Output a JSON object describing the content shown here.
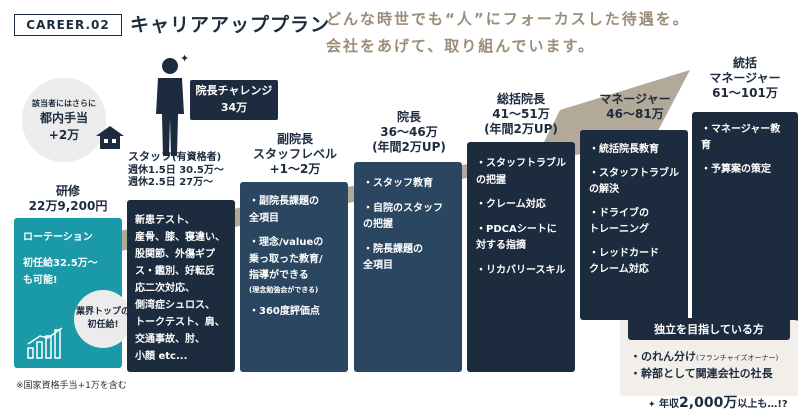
{
  "header": {
    "badge": "CAREER.02",
    "title": "キャリアアッププラン",
    "tagline_line1": "どんな時世でも“人”にフォーカスした待遇を。",
    "tagline_line2": "会社をあげて、取り組んでいます。"
  },
  "bubbles": {
    "regional": {
      "line1": "該当者にはさらに",
      "line2": "都内手当",
      "line3": "+2万"
    },
    "industry_top": {
      "line1": "業界トップの",
      "line2": "初任給!"
    }
  },
  "challenge": {
    "line1": "院長チャレンジ",
    "line2": "34万"
  },
  "columns": [
    {
      "label_lines": [
        "研修",
        "22万9,200円"
      ],
      "items": [
        "ローテーション",
        "初任給32.5万〜",
        "も可能!"
      ]
    },
    {
      "label_lines": [
        "スタッフ",
        "(有資格者)",
        "週休1.5日 30.5万〜",
        "週休2.5日 27万〜"
      ],
      "items": [
        "新患テスト、",
        "産骨、膝、寝違い、",
        "股関節、外傷ギプ",
        "ス・鑑別、好転反",
        "応二次対応、",
        "側湾症シュロス、",
        "トークテスト、肩、",
        "交通事故、肘、",
        "小顔 etc..."
      ]
    },
    {
      "label_lines": [
        "副院長",
        "スタッフレベル",
        "+1〜2万"
      ],
      "items": [
        "・副院長課題の",
        "全項目",
        "・理念/valueの",
        "乗っ取った教育/",
        "指導ができる",
        "(理念勉強会ができる)",
        "・360度評価点"
      ]
    },
    {
      "label_lines": [
        "院長",
        "36〜46万",
        "(年間2万UP)"
      ],
      "items": [
        "・スタッフ教育",
        "・自院のスタッフ",
        "の把握",
        "・院長課題の",
        "全項目"
      ]
    },
    {
      "label_lines": [
        "総括院長",
        "41〜51万",
        "(年間2万UP)"
      ],
      "items": [
        "・スタッフトラブル",
        "の把握",
        "・クレーム対応",
        "・PDCAシートに",
        "対する指摘",
        "・リカバリースキル"
      ]
    },
    {
      "label_lines": [
        "マネージャー",
        "46〜81万"
      ],
      "items": [
        "・統括院長教育",
        "・スタッフトラブル",
        "の解決",
        "・ドライブの",
        "トレーニング",
        "・レッドカード",
        "クレーム対応"
      ]
    },
    {
      "label_lines": [
        "統括",
        "マネージャー",
        "61〜101万"
      ],
      "items": [
        "・マネージャー教育",
        "・予算案の策定"
      ]
    }
  ],
  "independence": {
    "heading": "独立を目指している方",
    "line1": "・のれん分け",
    "line1_small": "(フランチャイズオーナー)",
    "line2": "・幹部として関連会社の社長",
    "income_prefix": "年収",
    "income_value": "2,000万",
    "income_suffix": "以上も…!?"
  },
  "footnote": "※国家資格手当+1万を含む",
  "colors": {
    "navy": "#1d2b3e",
    "teal": "#1a9aa8",
    "mid_blue": "#2a4660",
    "beige": "#a69a87",
    "light_gray": "#ececec"
  }
}
